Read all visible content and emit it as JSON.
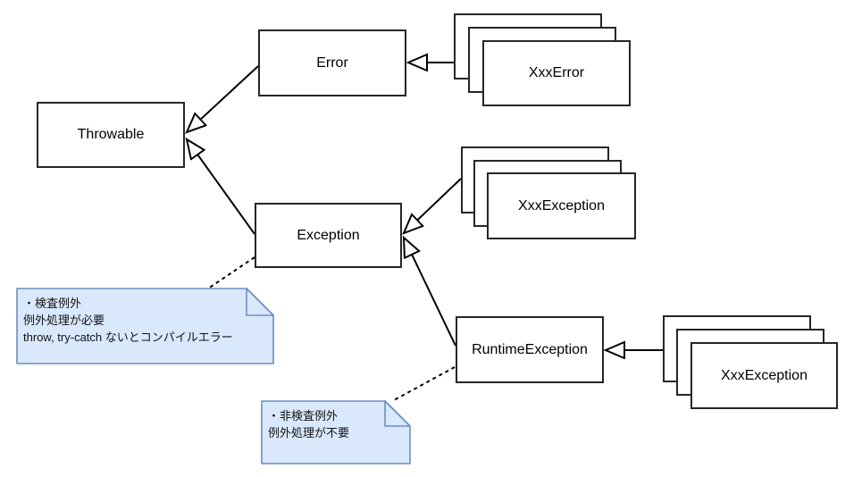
{
  "classes": {
    "throwable": {
      "label": "Throwable"
    },
    "error": {
      "label": "Error"
    },
    "exception": {
      "label": "Exception"
    },
    "runtime_exception": {
      "label": "RuntimeException"
    }
  },
  "stacks": {
    "xxx_error": {
      "label": "XxxError"
    },
    "xxx_exception_checked": {
      "label": "XxxException"
    },
    "xxx_exception_runtime": {
      "label": "XxxException"
    }
  },
  "notes": {
    "checked": {
      "lines": [
        "・検査例外",
        "例外処理が必要",
        "throw, try-catch ないとコンパイルエラー"
      ]
    },
    "unchecked": {
      "lines": [
        "・非検査例外",
        "例外処理が不要"
      ]
    }
  },
  "colors": {
    "box_border": "#262626",
    "line": "#000000",
    "note_fill": "#dae8fc",
    "note_border": "#6c8ebf",
    "background": "#ffffff"
  }
}
